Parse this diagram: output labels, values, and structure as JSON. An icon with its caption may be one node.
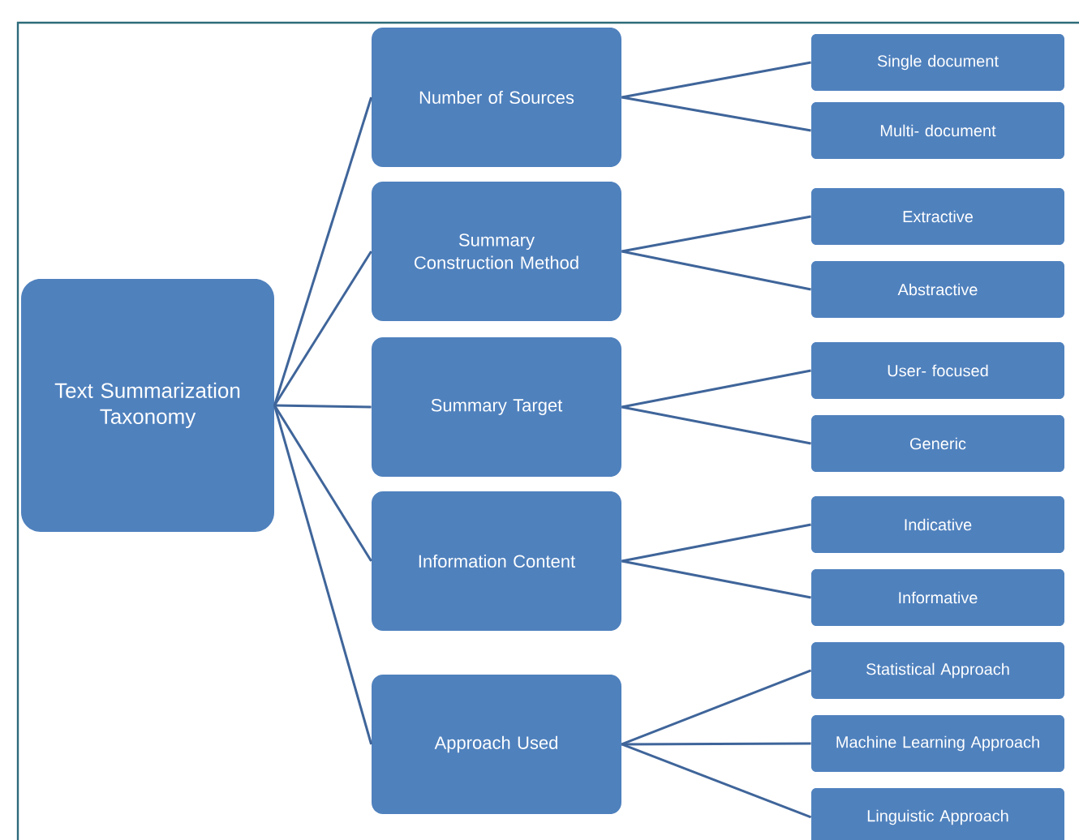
{
  "diagram": {
    "nodes": [
      {
        "text": [
          "Text Summarization Taxonomy"
        ]
      },
      {
        "text": [
          "Number of Sources"
        ]
      },
      {
        "text": [
          "Summary Construction Method"
        ]
      },
      {
        "text": [
          "Summary Target"
        ]
      },
      {
        "text": [
          "Information Content"
        ]
      },
      {
        "text": [
          "Approach Used"
        ]
      },
      {
        "text": [
          "Single document"
        ]
      },
      {
        "text": [
          "Multi- document"
        ]
      },
      {
        "text": [
          "Extractive"
        ]
      },
      {
        "text": [
          "Abstractive"
        ]
      },
      {
        "text": [
          "User- focused"
        ]
      },
      {
        "text": [
          "Generic"
        ]
      },
      {
        "text": [
          "Indicative"
        ]
      },
      {
        "text": [
          "Informative"
        ]
      },
      {
        "text": [
          "Statistical Approach"
        ]
      },
      {
        "text": [
          "Machine Learning Approach"
        ]
      },
      {
        "text": [
          "Linguistic Approach"
        ]
      }
    ],
    "edges": [
      {
        "from": 0,
        "to": 1,
        "arrow": "none"
      },
      {
        "from": 0,
        "to": 2,
        "arrow": "none"
      },
      {
        "from": 0,
        "to": 3,
        "arrow": "none"
      },
      {
        "from": 0,
        "to": 4,
        "arrow": "none"
      },
      {
        "from": 0,
        "to": 5,
        "arrow": "none"
      },
      {
        "from": 1,
        "to": 6,
        "arrow": "none"
      },
      {
        "from": 1,
        "to": 7,
        "arrow": "none"
      },
      {
        "from": 2,
        "to": 8,
        "arrow": "none"
      },
      {
        "from": 2,
        "to": 9,
        "arrow": "none"
      },
      {
        "from": 3,
        "to": 10,
        "arrow": "none"
      },
      {
        "from": 3,
        "to": 11,
        "arrow": "none"
      },
      {
        "from": 4,
        "to": 12,
        "arrow": "none"
      },
      {
        "from": 4,
        "to": 13,
        "arrow": "none"
      },
      {
        "from": 5,
        "to": 14,
        "arrow": "none"
      },
      {
        "from": 5,
        "to": 15,
        "arrow": "none"
      },
      {
        "from": 5,
        "to": 16,
        "arrow": "none"
      }
    ]
  }
}
